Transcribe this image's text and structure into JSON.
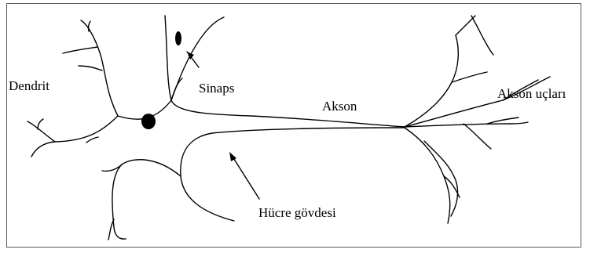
{
  "diagram": {
    "labels": {
      "dendrit": "Dendrit",
      "sinaps": "Sinaps",
      "akson": "Akson",
      "akson_uclari": "Akson uçları",
      "hucre_govdesi": "Hücre gövdesi"
    },
    "colors": {
      "stroke": "#000000",
      "background": "#ffffff",
      "border": "#5a5a5a"
    }
  }
}
